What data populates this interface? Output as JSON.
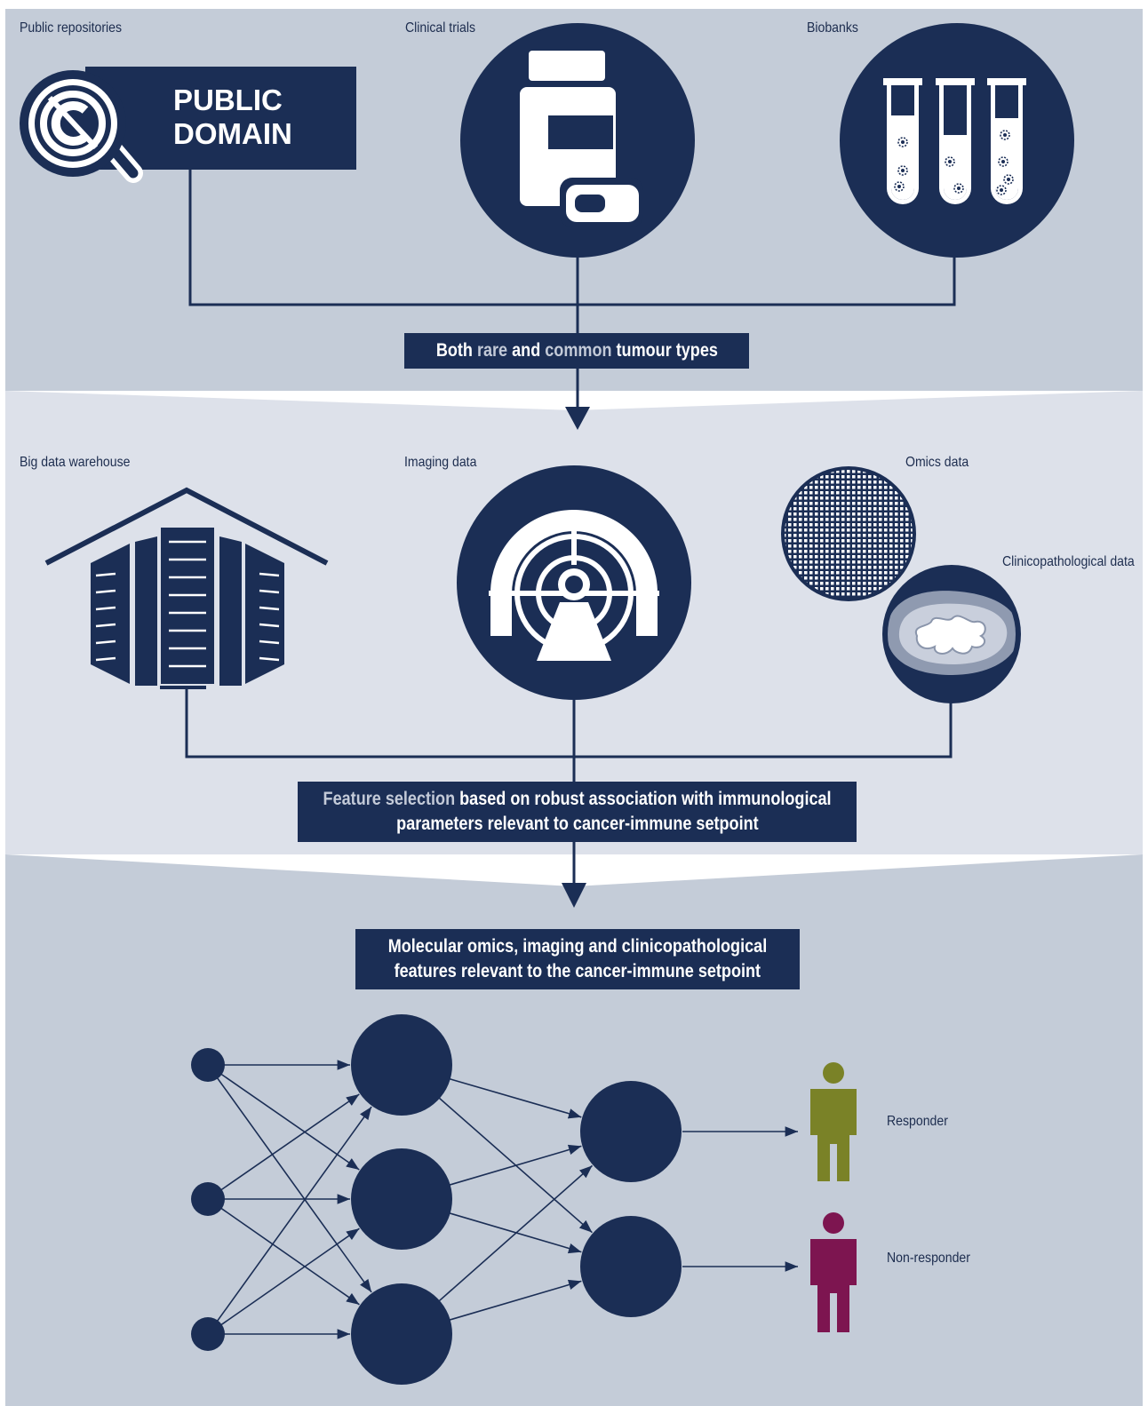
{
  "colors": {
    "navy": "#1b2e55",
    "band_top": "#c4ccd8",
    "band_mid": "#dde1ea",
    "band_bottom": "#c4ccd8",
    "responder": "#7a8227",
    "non_responder": "#7d1550",
    "highlight_text": "#c3cad8"
  },
  "sources": {
    "public_repositories": "Public repositories",
    "public_domain_line1": "PUBLIC",
    "public_domain_line2": "DOMAIN",
    "clinical_trials": "Clinical trials",
    "biobanks": "Biobanks"
  },
  "banner1": {
    "part1": "Both ",
    "part2": "rare",
    "part3": " and ",
    "part4": "common",
    "part5": " tumour types"
  },
  "data_types": {
    "big_data_warehouse": "Big data warehouse",
    "imaging_data": "Imaging data",
    "omics_data": "Omics data",
    "clinicopathological_data": "Clinicopathological data"
  },
  "banner2": {
    "highlight": "Feature selection",
    "rest_line1": " based on robust association with immunological",
    "line2": "parameters relevant to cancer-immune setpoint"
  },
  "banner3": {
    "line1": "Molecular omics, imaging and clinicopathological",
    "line2": "features relevant to the cancer-immune setpoint"
  },
  "outcomes": {
    "responder": "Responder",
    "non_responder": "Non-responder"
  },
  "icons": [
    "search-icon",
    "copyright-icon",
    "pill-bottle-icon",
    "test-tubes-icon",
    "warehouse-icon",
    "mri-scanner-icon",
    "dot-matrix-icon",
    "tissue-section-icon",
    "person-icon"
  ]
}
